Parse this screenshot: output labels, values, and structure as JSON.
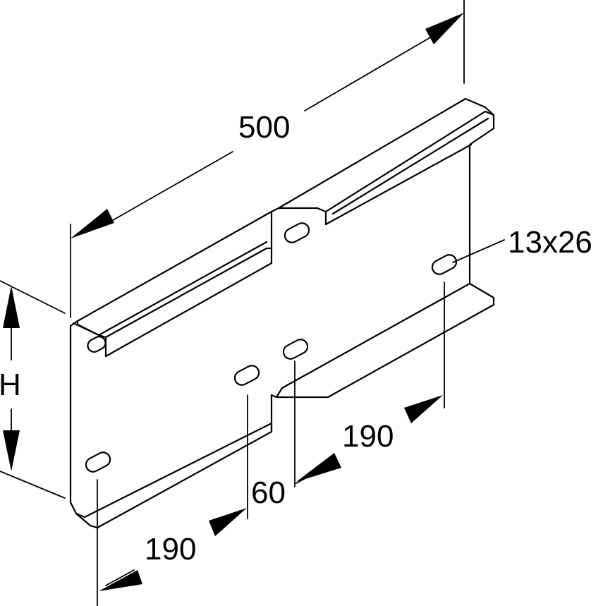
{
  "drawing": {
    "dimensions": {
      "length": "500",
      "height": "H",
      "slot_size": "13x26",
      "spacing_left": "190",
      "spacing_right": "190",
      "offset": "60"
    }
  }
}
